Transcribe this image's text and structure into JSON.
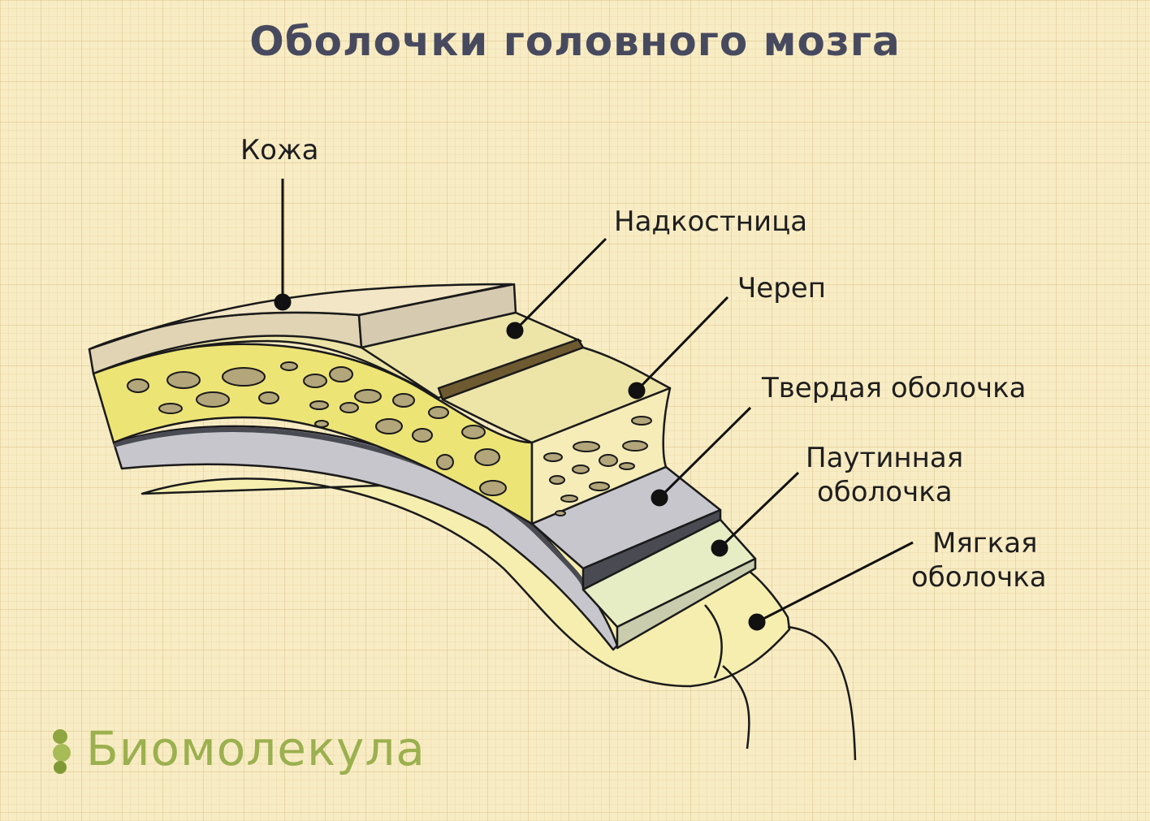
{
  "title": "Оболочки головного мозга",
  "labels": {
    "skin": "Кожа",
    "periosteum": "Надкостница",
    "skull": "Череп",
    "dura": "Твердая оболочка",
    "arachnoid_1": "Паутинная",
    "arachnoid_2": "оболочка",
    "pia_1": "Мягкая",
    "pia_2": "оболочка"
  },
  "brand": {
    "name": "Биомолекула",
    "logo_icon": "bead-chain-icon"
  },
  "colors": {
    "background": "#f8ecc4",
    "title": "#474a5e",
    "skin": "#e0d4b4",
    "skin_top": "#f3e6c6",
    "periosteum": "#6e5a30",
    "bone": "#ede4a8",
    "spongy_bone": "#ede476",
    "bone_pores": "#b2a67a",
    "dura": "#c6c6cc",
    "dura_edge": "#5c5c64",
    "arachnoid": "#e6edc4",
    "pia": "#f6eeae",
    "brand": "#9bb04e"
  }
}
